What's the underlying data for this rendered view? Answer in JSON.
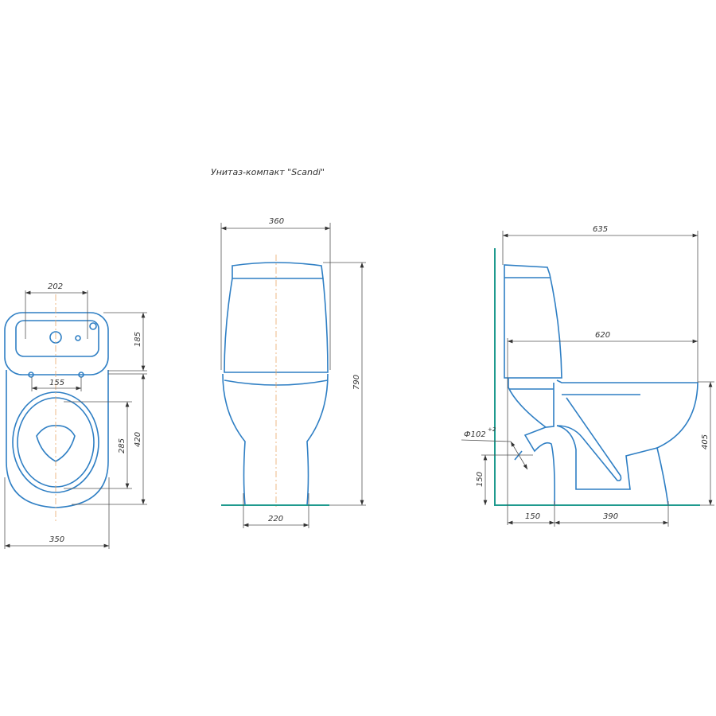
{
  "title": "Унитаз-компакт \"Scandi\"",
  "top_view": {
    "dims": {
      "tank_holes": "202",
      "tank_depth": "185",
      "seat_holes": "155",
      "seat_opening": "285",
      "bowl_length": "420",
      "width": "350"
    }
  },
  "front_view": {
    "dims": {
      "width": "360",
      "height": "790",
      "base_width": "220"
    }
  },
  "side_view": {
    "dims": {
      "total_depth": "635",
      "bowl_depth": "620",
      "bowl_height": "405",
      "outlet_height": "150",
      "outlet_offset": "150",
      "base_length": "390",
      "outlet_diameter": "Ф102",
      "outlet_tolerance": "+2"
    }
  },
  "colors": {
    "outline": "#2f7fc4",
    "floor": "#1f9a8e",
    "centerline": "#e8a86a"
  }
}
